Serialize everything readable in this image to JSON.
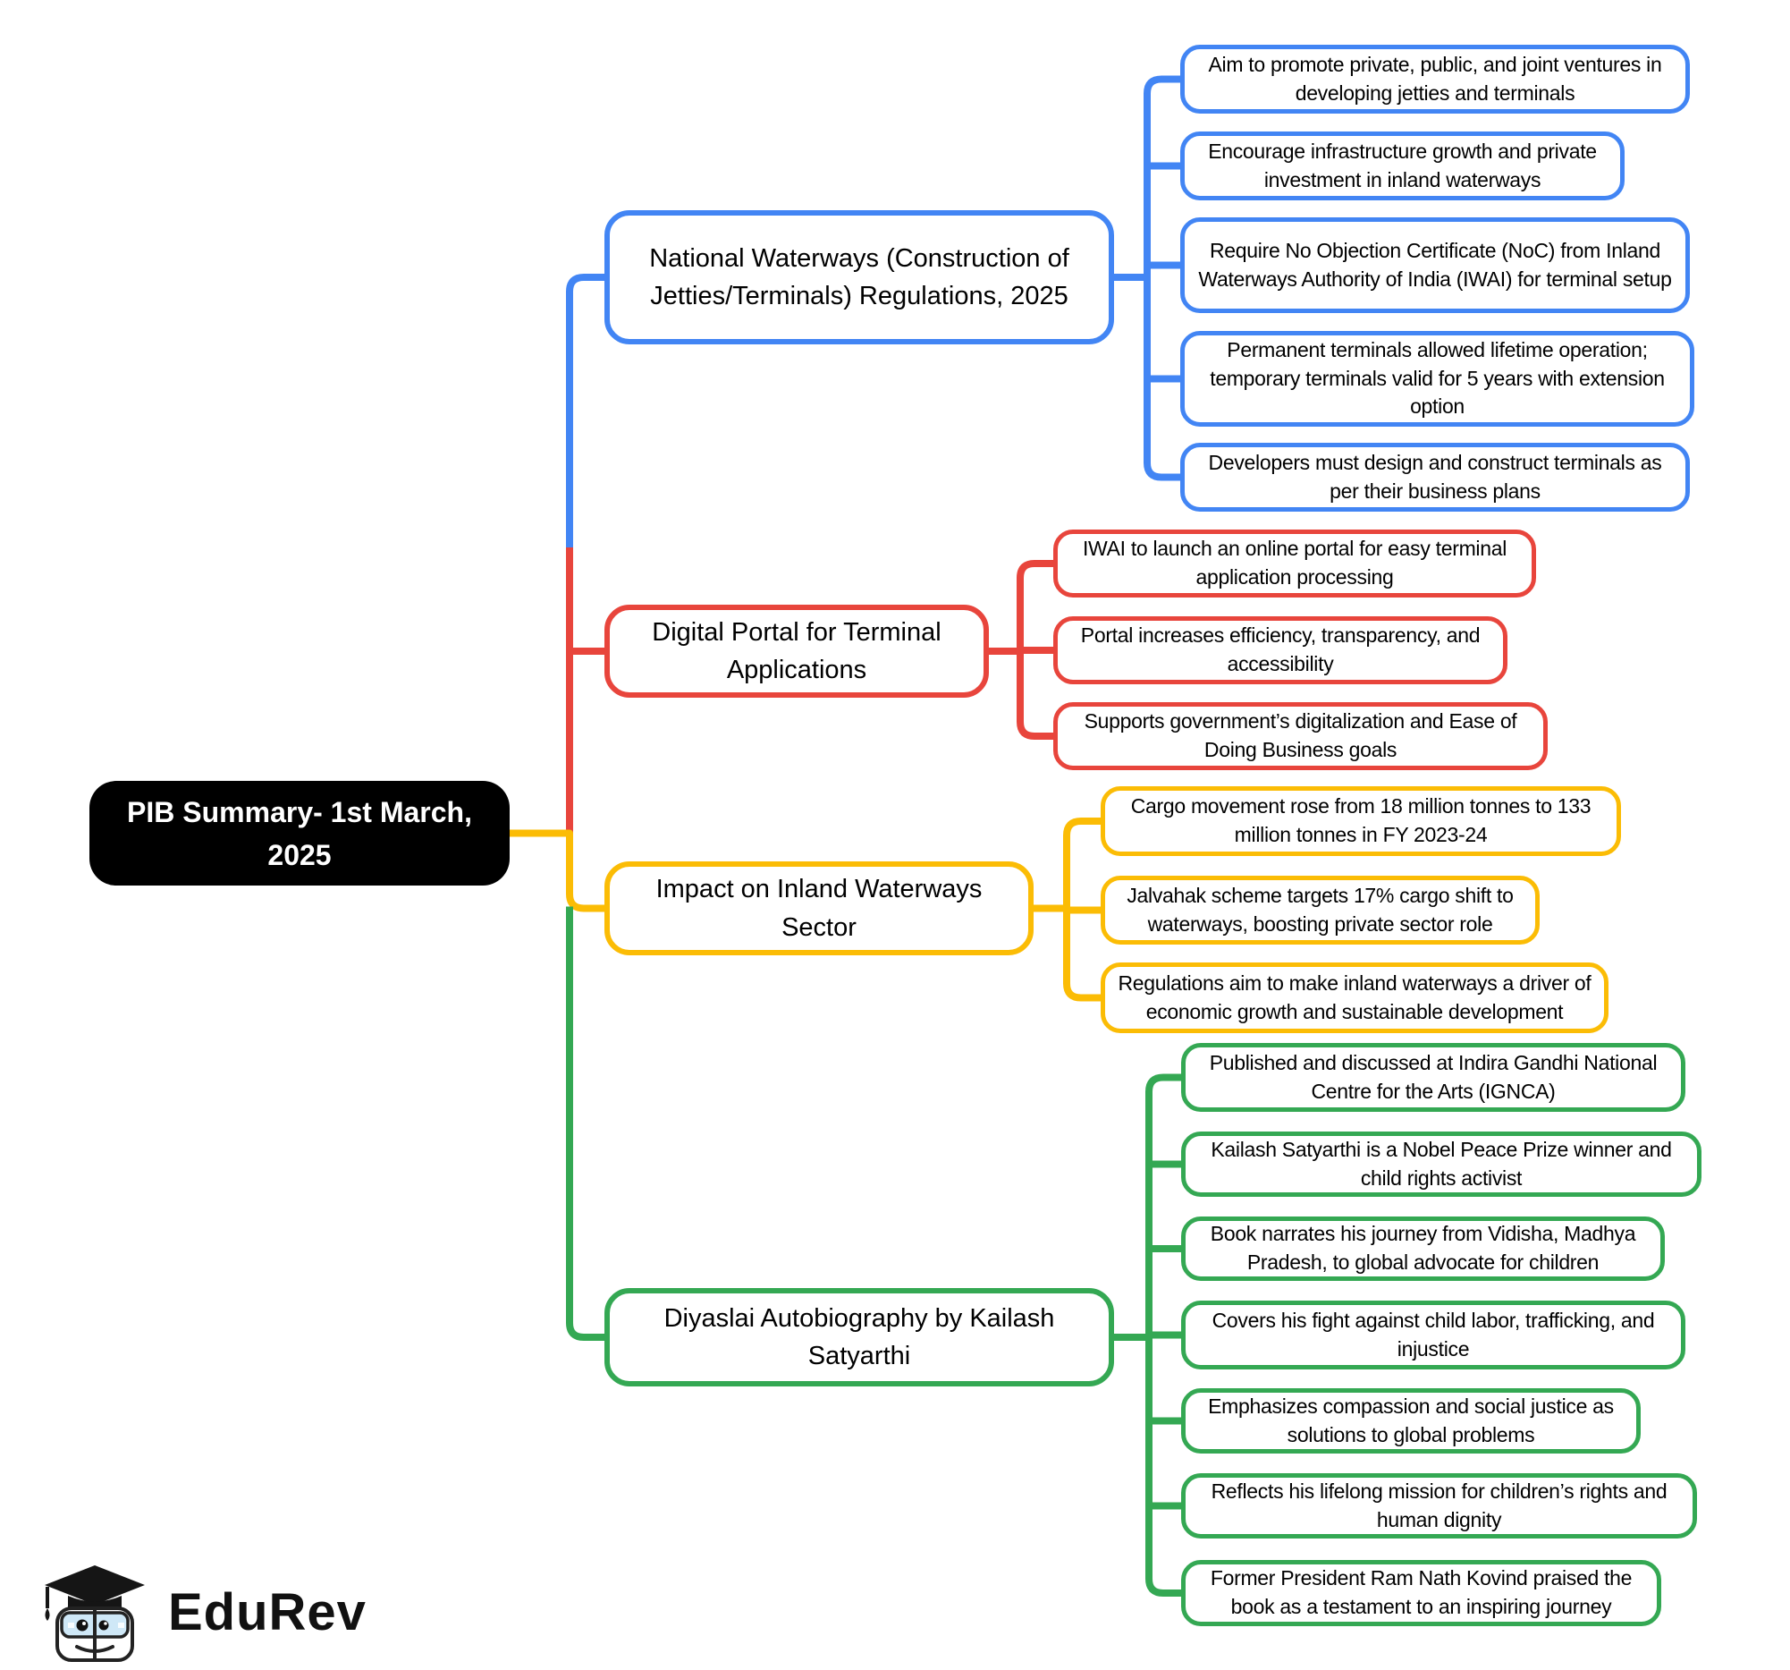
{
  "root": {
    "label": "PIB Summary- 1st March, 2025"
  },
  "colors": {
    "root_bg": "#000000",
    "root_text": "#ffffff",
    "blue": "#4285F4",
    "red": "#E8453C",
    "yellow": "#FBBC05",
    "green": "#34A853"
  },
  "branches": [
    {
      "name": "national-waterways-regulations",
      "color": "#4285F4",
      "label": "National Waterways (Construction of Jetties/Terminals) Regulations, 2025",
      "children": [
        "Aim to promote private, public, and joint ventures in developing jetties and terminals",
        "Encourage infrastructure growth and private investment in inland waterways",
        "Require No Objection Certificate (NoC) from Inland Waterways Authority of India (IWAI) for terminal setup",
        "Permanent terminals allowed lifetime operation; temporary terminals valid for 5 years with extension option",
        "Developers must design and construct terminals as per their business plans"
      ]
    },
    {
      "name": "digital-portal-terminal-applications",
      "color": "#E8453C",
      "label": "Digital Portal for Terminal Applications",
      "children": [
        "IWAI to launch an online portal for easy terminal application processing",
        "Portal increases efficiency, transparency, and accessibility",
        "Supports government’s digitalization and Ease of Doing Business goals"
      ]
    },
    {
      "name": "impact-inland-waterways-sector",
      "color": "#FBBC05",
      "label": "Impact on Inland Waterways Sector",
      "children": [
        "Cargo movement rose from 18 million tonnes to 133 million tonnes in FY 2023-24",
        "Jalvahak scheme targets 17% cargo shift to waterways, boosting private sector role",
        "Regulations aim to make inland waterways a driver of economic growth and sustainable development"
      ]
    },
    {
      "name": "diyaslai-autobiography",
      "color": "#34A853",
      "label": "Diyaslai Autobiography by Kailash Satyarthi",
      "children": [
        "Published and discussed at Indira Gandhi National Centre for the Arts (IGNCA)",
        "Kailash Satyarthi is a Nobel Peace Prize winner and child rights activist",
        "Book narrates his journey from Vidisha, Madhya Pradesh, to global advocate for children",
        "Covers his fight against child labor, trafficking, and injustice",
        "Emphasizes compassion and social justice as solutions to global problems",
        "Reflects his lifelong mission for children’s rights and human dignity",
        "Former President Ram Nath Kovind praised the book as a testament to an inspiring journey"
      ]
    }
  ],
  "logo": {
    "brand": "EduRev"
  }
}
